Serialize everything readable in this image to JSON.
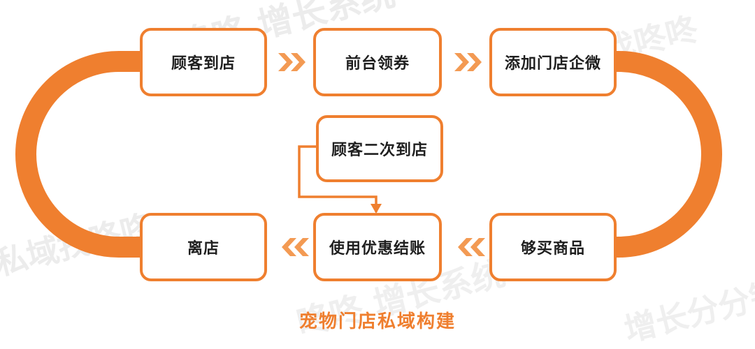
{
  "colors": {
    "accent": "#ef7f2f",
    "chevron": "#f39a53",
    "text": "#1f1f1f",
    "watermark": "#ececec"
  },
  "nodes": {
    "arrive": "顾客到店",
    "coupon": "前台领券",
    "wechat": "添加门店企微",
    "second_visit": "顾客二次到店",
    "leave": "离店",
    "pay": "使用优惠结账",
    "buy": "够买商品"
  },
  "title": "宠物门店私域构建",
  "watermark": {
    "brand": "私域找咚咚",
    "tagline": "增长分分钟",
    "system": "咚咚 增长系统"
  }
}
